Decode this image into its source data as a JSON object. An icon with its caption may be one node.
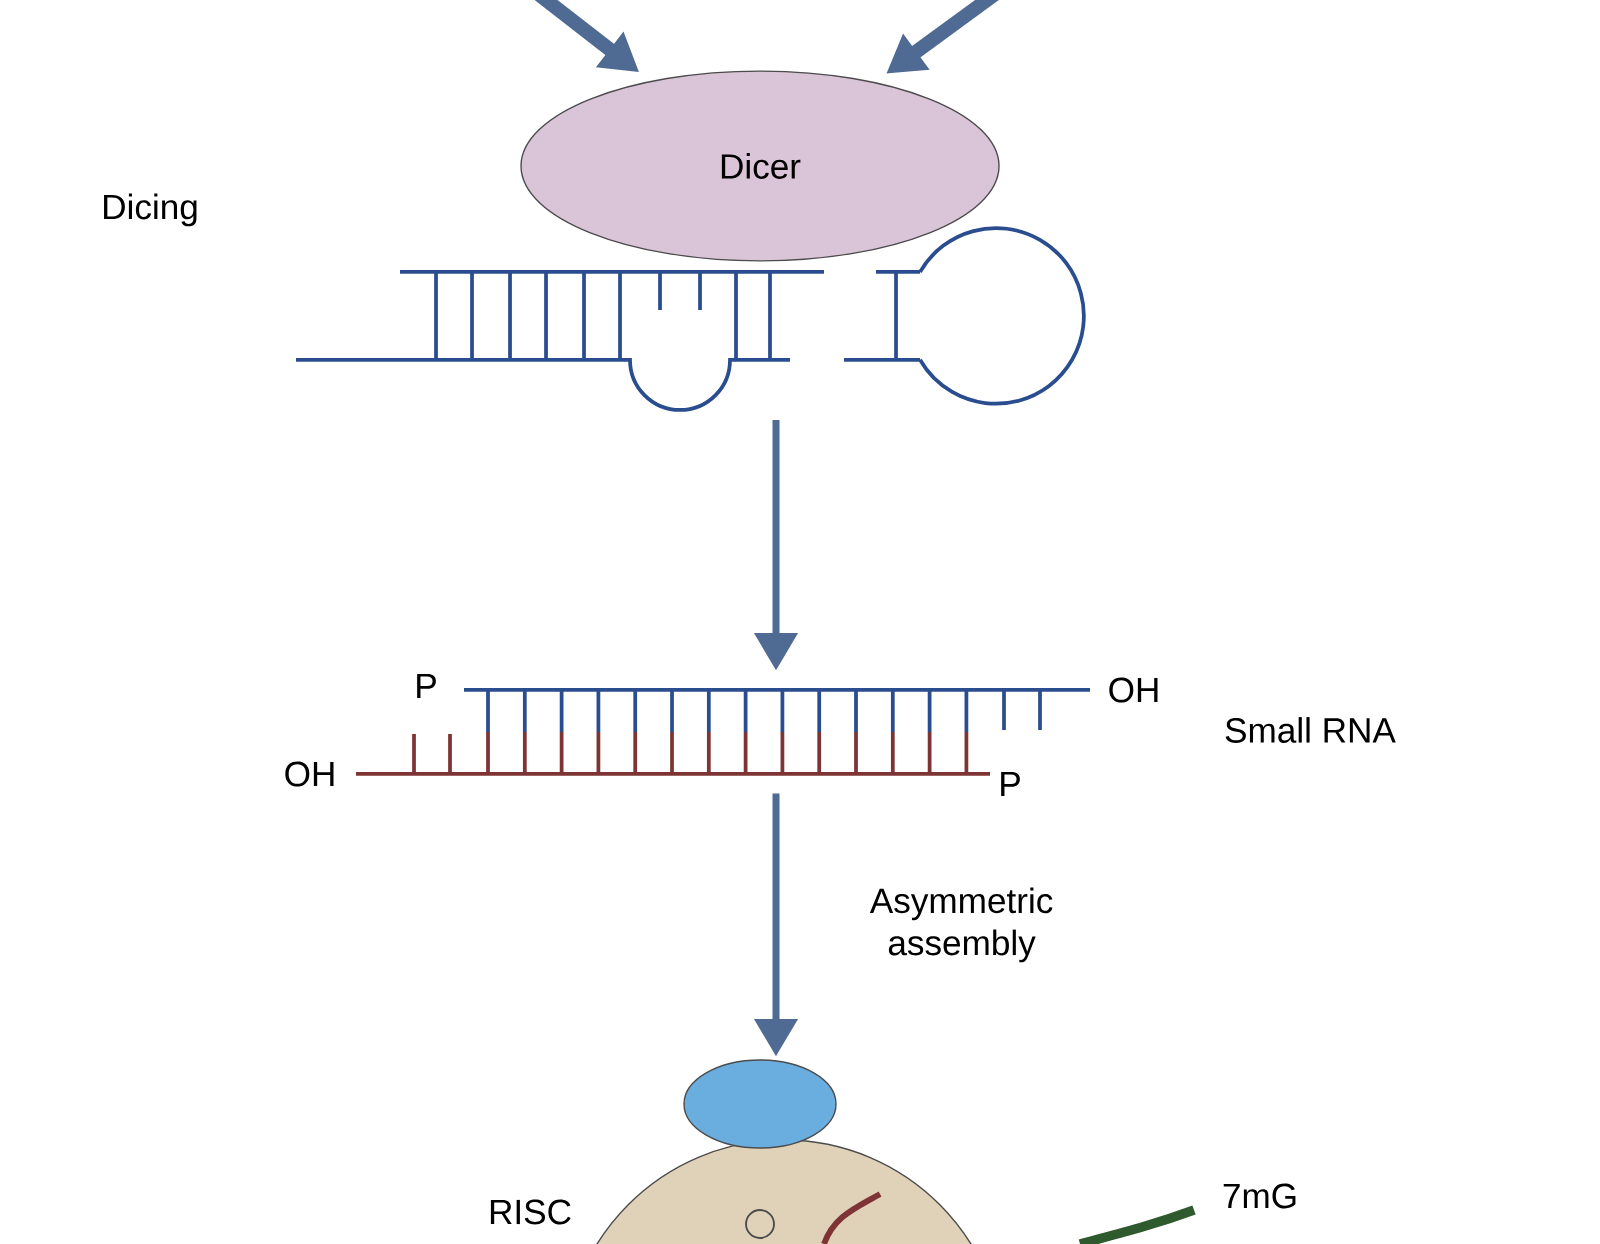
{
  "diagram": {
    "nodes": [
      {
        "text": [
          "Dicer"
        ]
      },
      {
        "text": [],
        "shape": "picture"
      },
      {
        "text": [],
        "shape": "picture",
        "beside": [
          "Small RNA"
        ]
      },
      {
        "text": [],
        "shape": "picture",
        "beside": [
          "RISC",
          "7mG"
        ]
      }
    ],
    "edges": [
      {
        "from": null,
        "to": 0,
        "arrow": "to",
        "style": "thick"
      },
      {
        "from": null,
        "to": 0,
        "arrow": "to",
        "style": "thick"
      },
      {
        "from": 1,
        "to": 2,
        "arrow": "to"
      },
      {
        "from": 2,
        "to": 3,
        "arrow": "to",
        "label": "Asymmetric assembly"
      }
    ],
    "labels": [
      "Dicing",
      "P",
      "OH",
      "OH",
      "P"
    ]
  }
}
